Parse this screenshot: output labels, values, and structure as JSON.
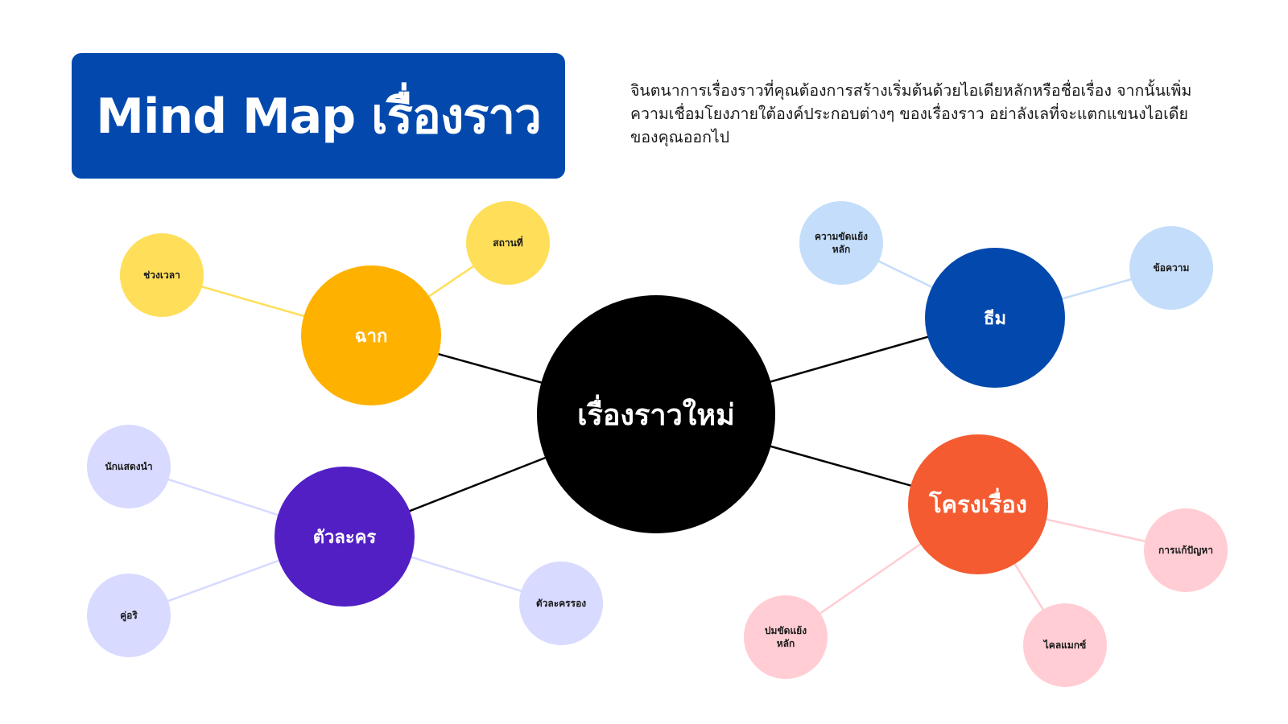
{
  "title": "Mind Map เรื่องราว",
  "description": "จินตนาการเรื่องราวที่คุณต้องการสร้างเริ่มต้นด้วยไอเดียหลักหรือชื่อเรื่อง จากนั้นเพิ่มความเชื่อมโยงภายใต้องค์ประกอบต่างๆ ของเรื่องราว อย่าลังเลที่จะแตกแขนงไอเดียของคุณออกไป",
  "colors": {
    "title_bg": "#0349ad",
    "center": "#000000",
    "setting": "#ffb100",
    "setting_leaf": "#ffde59",
    "setting_link": "#ffde59",
    "theme": "#0349ad",
    "theme_leaf": "#c4ddfb",
    "theme_link": "#c4ddfb",
    "characters": "#521fc5",
    "characters_leaf": "#d8daff",
    "characters_link": "#d8daff",
    "plot": "#f45b31",
    "plot_leaf": "#ffcdd3",
    "plot_link": "#ffcdd3",
    "main_link": "#000000"
  },
  "mindmap": {
    "center": "เรื่องราวใหม่",
    "branches": {
      "setting": {
        "label": "ฉาก",
        "children": [
          "ช่วงเวลา",
          "สถานที่"
        ]
      },
      "theme": {
        "label": "ธีม",
        "children": [
          "ความขัดแย้ง\nหลัก",
          "ข้อความ"
        ]
      },
      "characters": {
        "label": "ตัวละคร",
        "children": [
          "นักแสดงนำ",
          "คู่อริ",
          "ตัวละครรอง"
        ]
      },
      "plot": {
        "label": "โครงเรื่อง",
        "children": [
          "การแก้ปัญหา",
          "ไคลแมกซ์",
          "ปมขัดแย้ง\nหลัก"
        ]
      }
    }
  }
}
